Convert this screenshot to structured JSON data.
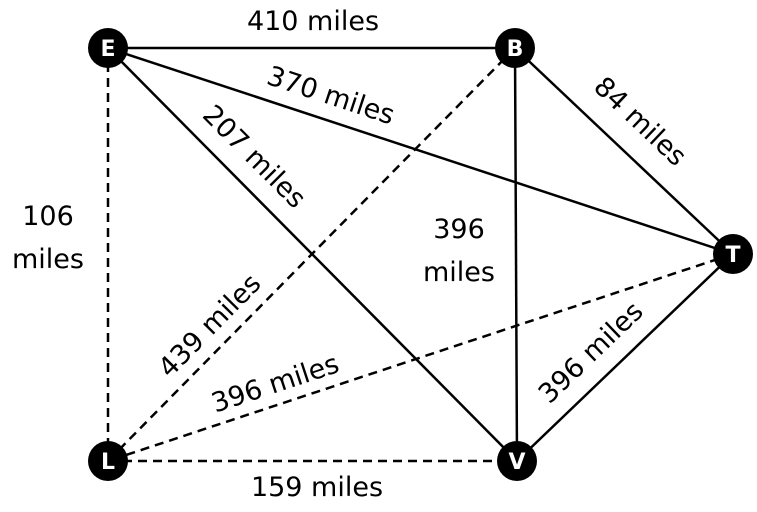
{
  "graph": {
    "nodes": [
      {
        "id": "E",
        "label": "E"
      },
      {
        "id": "B",
        "label": "B"
      },
      {
        "id": "T",
        "label": "T"
      },
      {
        "id": "V",
        "label": "V"
      },
      {
        "id": "L",
        "label": "L"
      }
    ],
    "edges": [
      {
        "from": "E",
        "to": "B",
        "label": "410 miles",
        "style": "solid"
      },
      {
        "from": "E",
        "to": "T",
        "label": "370 miles",
        "style": "solid"
      },
      {
        "from": "E",
        "to": "V",
        "label": "207 miles",
        "style": "solid"
      },
      {
        "from": "E",
        "to": "L",
        "label_lines": [
          "106",
          "miles"
        ],
        "style": "dashed"
      },
      {
        "from": "B",
        "to": "T",
        "label": "84 miles",
        "style": "solid"
      },
      {
        "from": "B",
        "to": "V",
        "label_lines": [
          "396",
          "miles"
        ],
        "style": "solid"
      },
      {
        "from": "B",
        "to": "L",
        "label": "439 miles",
        "style": "dashed"
      },
      {
        "from": "T",
        "to": "V",
        "label": "396 miles",
        "style": "solid"
      },
      {
        "from": "T",
        "to": "L",
        "label": "396 miles",
        "style": "dashed"
      },
      {
        "from": "L",
        "to": "V",
        "label": "159 miles",
        "style": "dashed"
      }
    ]
  }
}
